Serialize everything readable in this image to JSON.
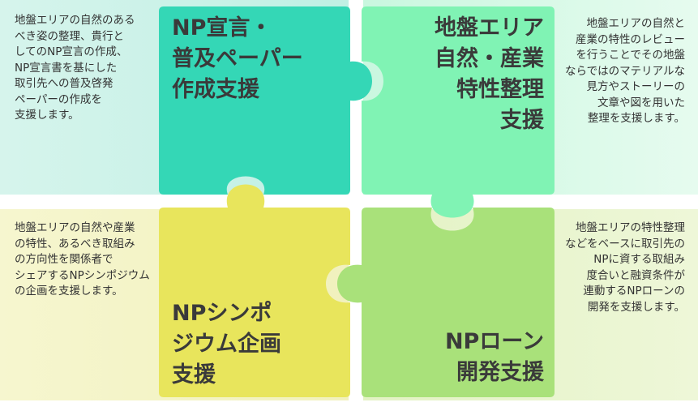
{
  "colors": {
    "teal": "#34d7b6",
    "mint": "#80f3b4",
    "yellow": "#e8e55c",
    "lime": "#a9e17a"
  },
  "pieces": {
    "top_left": {
      "title": [
        "NP宣言・",
        "普及ペーパー",
        "作成支援"
      ],
      "description": [
        "地盤エリアの自然のある",
        "べき姿の整理、貴行と",
        "してのNP宣言の作成、",
        "NP宣言書を基にした",
        "取引先への普及啓発",
        "ペーパーの作成を",
        "支援します。"
      ]
    },
    "top_right": {
      "title": [
        "地盤エリア",
        "自然・産業",
        "特性整理",
        "支援"
      ],
      "description": [
        "地盤エリアの自然と",
        "産業の特性のレビュー",
        "を行うことでその地盤",
        "ならではのマテリアルな",
        "見方やストーリーの",
        "文章や図を用いた",
        "整理を支援します。"
      ]
    },
    "bottom_left": {
      "title": [
        "NPシンポ",
        "ジウム企画",
        "支援"
      ],
      "description": [
        "地盤エリアの自然や産業",
        "の特性、あるべき取組み",
        "の方向性を関係者で",
        "シェアするNPシンポジウム",
        "の企画を支援します。"
      ]
    },
    "bottom_right": {
      "title": [
        "NPローン",
        "開発支援"
      ],
      "description": [
        "地盤エリアの特性整理",
        "などをベースに取引先の",
        "NPに資する取組み",
        "度合いと融資条件が",
        "連動するNPローンの",
        "開発を支援します。"
      ]
    }
  }
}
